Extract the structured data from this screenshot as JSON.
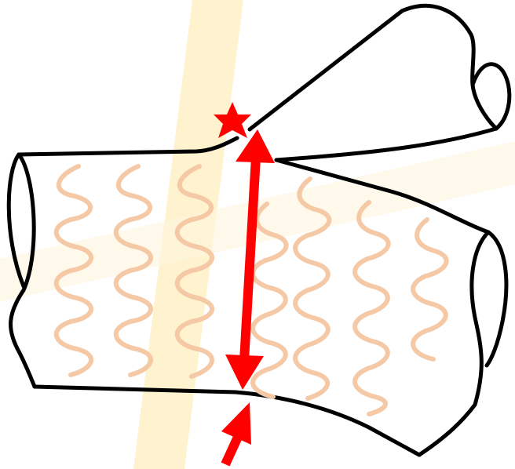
{
  "diagram": {
    "colors": {
      "outline": "#000000",
      "stent_wire": "#f5c9a6",
      "arrow": "#ff0000",
      "watermark": "#fde8a8"
    },
    "elements": [
      "vessel-main",
      "vessel-side-branch",
      "stent-struts",
      "carina-star-marker",
      "double-headed-arrow",
      "pointer-arrow"
    ]
  }
}
